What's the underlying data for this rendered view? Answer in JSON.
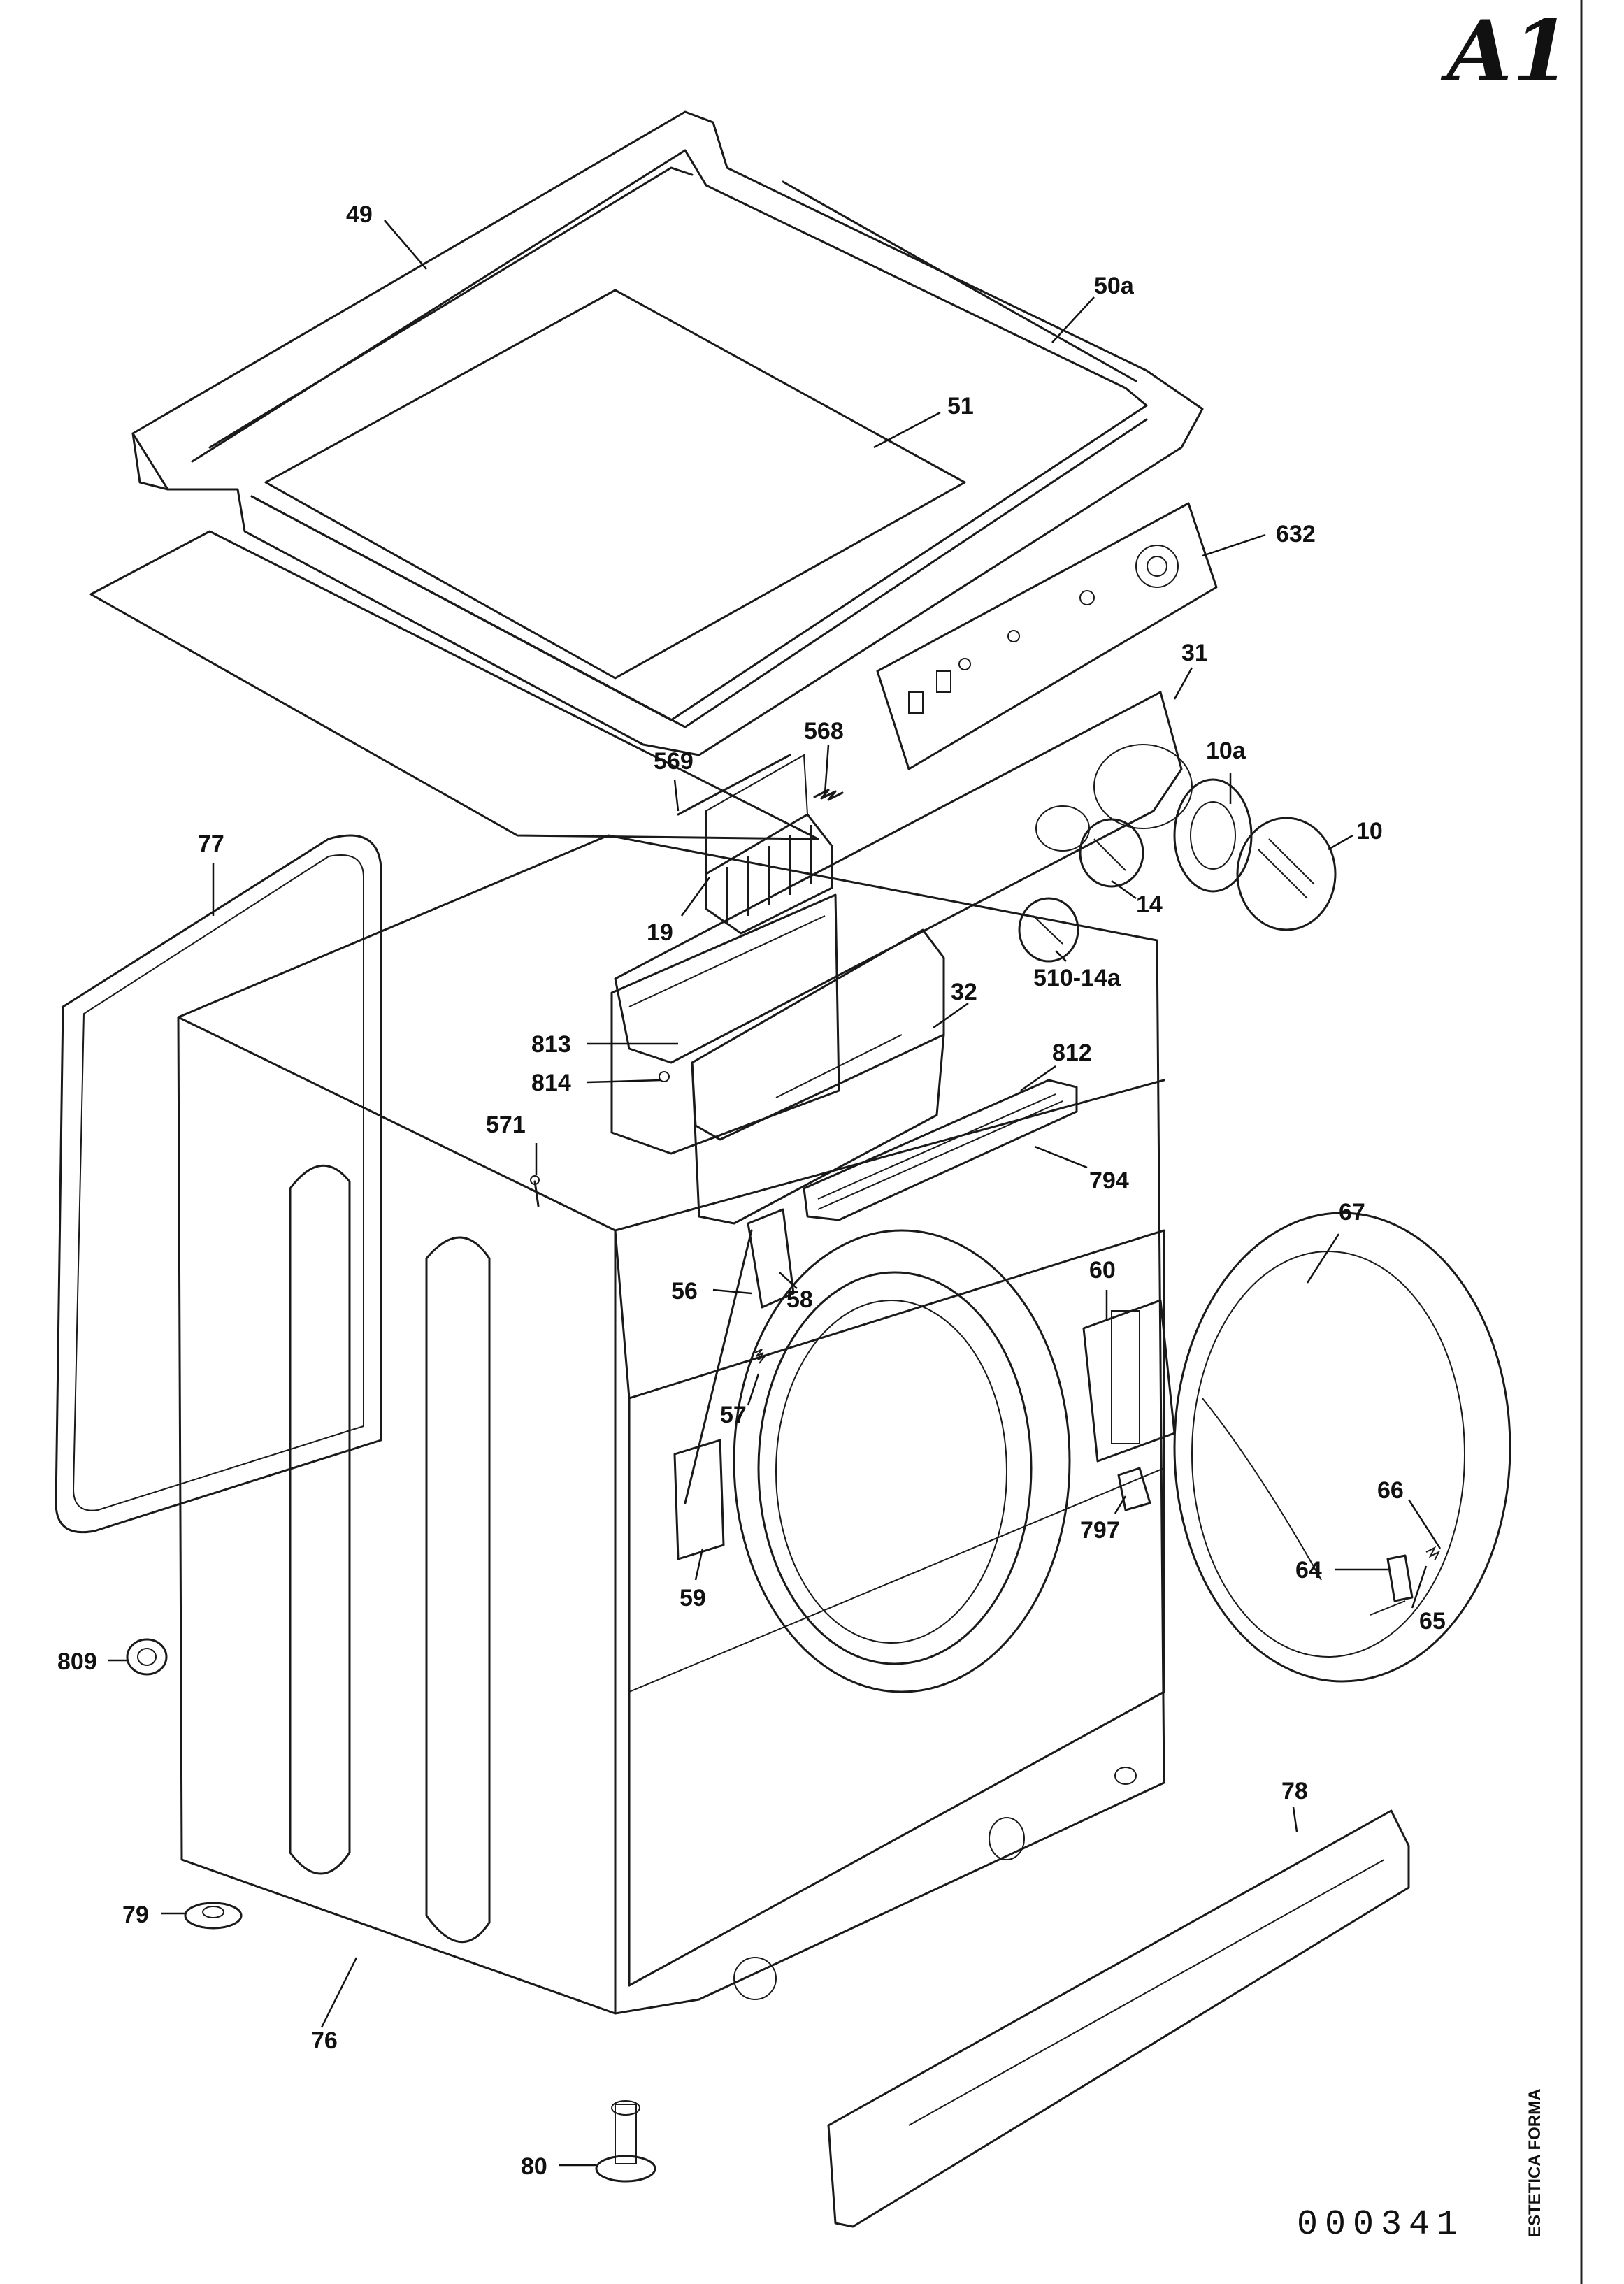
{
  "sheet_id": "A1",
  "drawing_number": "000341",
  "side_caption": "ESTETICA FORMA",
  "labels": [
    {
      "id": "49",
      "text": "49"
    },
    {
      "id": "50a",
      "text": "50a"
    },
    {
      "id": "51",
      "text": "51"
    },
    {
      "id": "632",
      "text": "632"
    },
    {
      "id": "31",
      "text": "31"
    },
    {
      "id": "568",
      "text": "568"
    },
    {
      "id": "569",
      "text": "569"
    },
    {
      "id": "10a",
      "text": "10a"
    },
    {
      "id": "10",
      "text": "10"
    },
    {
      "id": "77",
      "text": "77"
    },
    {
      "id": "19",
      "text": "19"
    },
    {
      "id": "14",
      "text": "14"
    },
    {
      "id": "510-14a",
      "text": "510-14a"
    },
    {
      "id": "32",
      "text": "32"
    },
    {
      "id": "812",
      "text": "812"
    },
    {
      "id": "813",
      "text": "813"
    },
    {
      "id": "814",
      "text": "814"
    },
    {
      "id": "571",
      "text": "571"
    },
    {
      "id": "794",
      "text": "794"
    },
    {
      "id": "67",
      "text": "67"
    },
    {
      "id": "60",
      "text": "60"
    },
    {
      "id": "56",
      "text": "56"
    },
    {
      "id": "58",
      "text": "58"
    },
    {
      "id": "57",
      "text": "57"
    },
    {
      "id": "66",
      "text": "66"
    },
    {
      "id": "797",
      "text": "797"
    },
    {
      "id": "64",
      "text": "64"
    },
    {
      "id": "59",
      "text": "59"
    },
    {
      "id": "65",
      "text": "65"
    },
    {
      "id": "809",
      "text": "809"
    },
    {
      "id": "78",
      "text": "78"
    },
    {
      "id": "79",
      "text": "79"
    },
    {
      "id": "76",
      "text": "76"
    },
    {
      "id": "80",
      "text": "80"
    }
  ]
}
